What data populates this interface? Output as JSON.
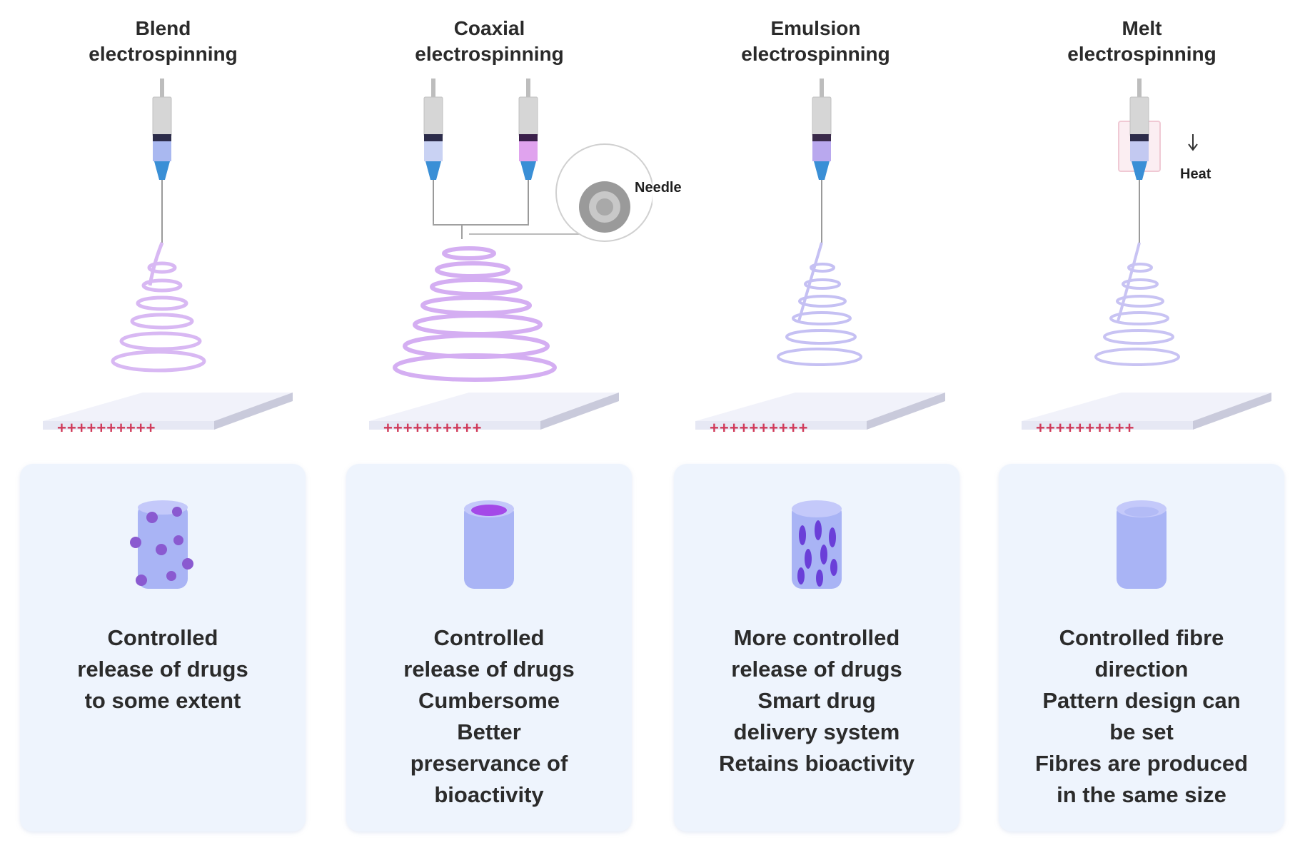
{
  "figure": {
    "columns": [
      {
        "id": "blend",
        "title_lines": [
          "Blend",
          "electrospinning"
        ],
        "syringes": [
          {
            "fluid_color": "#a9b8f0"
          }
        ],
        "jet_color": "#d8b8f3",
        "collector_charges": "++++++++++",
        "fibre_type": "fibre-with-surface-drug-particles",
        "description_lines": [
          "Controlled",
          "release of drugs",
          "to some extent"
        ]
      },
      {
        "id": "coaxial",
        "title_lines": [
          "Coaxial",
          "electrospinning"
        ],
        "syringes": [
          {
            "fluid_color": "#c9d2f3"
          },
          {
            "fluid_color": "#e0a3ee"
          }
        ],
        "inset_label": "Needle",
        "jet_color": "#d4aef2",
        "collector_charges": "++++++++++",
        "fibre_type": "core-shell-fibre",
        "description_lines": [
          "Controlled",
          "release of drugs",
          "Cumbersome",
          "Better",
          "preservance of",
          "bioactivity"
        ]
      },
      {
        "id": "emulsion",
        "title_lines": [
          "Emulsion",
          "electrospinning"
        ],
        "syringes": [
          {
            "fluid_color": "#b9a8ee"
          }
        ],
        "jet_color": "#c5c0f3",
        "collector_charges": "++++++++++",
        "fibre_type": "fibre-with-embedded-drug-droplets",
        "description_lines": [
          "More controlled",
          "release of drugs",
          "Smart drug",
          "delivery system",
          "Retains bioactivity"
        ]
      },
      {
        "id": "melt",
        "title_lines": [
          "Melt",
          "electrospinning"
        ],
        "syringes": [
          {
            "fluid_color": "#c3c9f1"
          }
        ],
        "heat_label": "Heat",
        "jet_color": "#c8c3f3",
        "collector_charges": "++++++++++",
        "fibre_type": "plain-fibre",
        "description_lines": [
          "Controlled fibre",
          "direction",
          "Pattern design can",
          "be set",
          "Fibres are produced",
          "in the same size"
        ]
      }
    ],
    "colors": {
      "card_background": "#eef4fd",
      "fibre_body": "#a9b4f5",
      "drug_particle": "#8a5ad0",
      "charge_color": "#d03a5a",
      "needle_blue": "#3a8fd6",
      "plunger_dark": "#2c2c4a"
    }
  }
}
